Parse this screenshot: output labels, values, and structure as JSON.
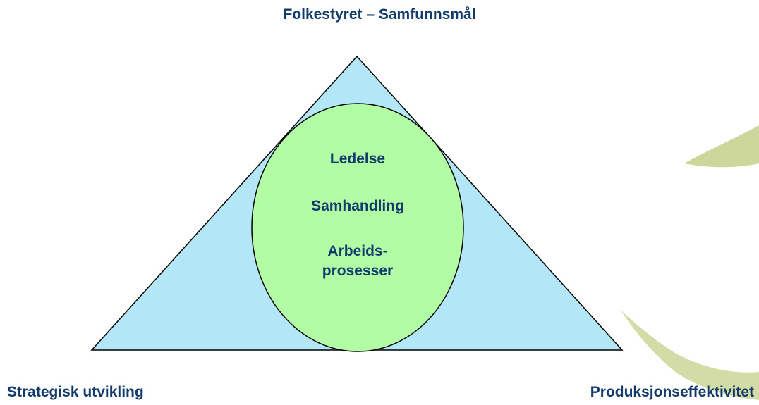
{
  "title": "Folkestyret – Samfunnsmål",
  "bottom_left_label": "Strategisk utvikling",
  "bottom_right_label": "Produksjonseffektivitet",
  "circle_items": [
    "Ledelse",
    "Samhandling",
    "Arbeids-",
    "prosesser"
  ],
  "colors": {
    "text": "#123a6b",
    "triangle_fill": "#b3e6f7",
    "circle_fill": "#b3fca6",
    "outline": "#000000",
    "leaf_decoration": "#c4d08a"
  }
}
